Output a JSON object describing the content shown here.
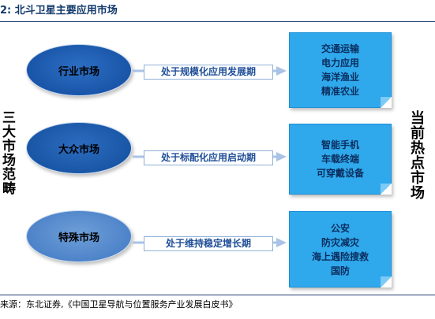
{
  "title": "2:  北斗卫星主要应用市场",
  "source": "来源：东北证券,《中国卫星导航与位置服务产业发展白皮书》",
  "left_label": "三大市场范畴",
  "right_label": "当前热点市场",
  "colors": {
    "dark_blue": "#1955a8",
    "light_blue": "#4d83c9",
    "note_blue": "#2fa9ec",
    "arrow_text": "#1f4f98"
  },
  "rows": [
    {
      "market": "行业市场",
      "phase": "处于规模化应用发展期",
      "hotspots": [
        "交通运输",
        "电力应用",
        "海洋渔业",
        "精准农业"
      ]
    },
    {
      "market": "大众市场",
      "phase": "处于标配化应用启动期",
      "hotspots": [
        "智能手机",
        "车载终端",
        "可穿戴设备"
      ]
    },
    {
      "market": "特殊市场",
      "phase": "处于维持稳定增长期",
      "hotspots": [
        "公安",
        "防灾减灾",
        "海上遇险搜救",
        "国防"
      ]
    }
  ]
}
